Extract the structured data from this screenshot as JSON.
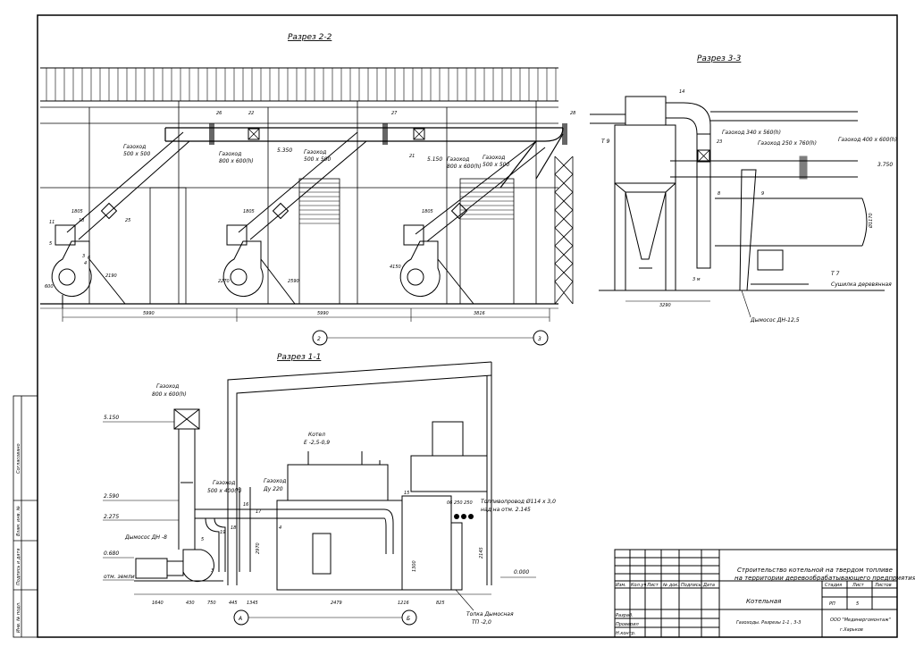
{
  "sections": {
    "s22": {
      "title": "Разрез 2-2",
      "labels": {
        "gas1": "Газоход",
        "gas1b": "500 x 500",
        "gas2": "Газоход",
        "gas2b": "800 x 600(h)",
        "gas3": "Газоход",
        "gas3b": "500 x 500",
        "gas4": "Газоход",
        "gas4b": "800 x 600(h)",
        "gas5": "Газоход",
        "gas5b": "500 x 500",
        "elev": "5.350",
        "elev2": "5.150"
      },
      "marks": [
        "26",
        "22",
        "27",
        "21",
        "28",
        "11",
        "18",
        "25",
        "5",
        "6",
        "4",
        "3"
      ],
      "dims": [
        "1805",
        "1805",
        "1805",
        "600",
        "2190",
        "5990",
        "5990",
        "3816",
        "2270",
        "2590",
        "4150"
      ],
      "axes": [
        "2",
        "3"
      ]
    },
    "s33": {
      "title": "Разрез 3-3",
      "labels": {
        "t9": "Т 9",
        "gas1": "Газоход 340 x 560(h)",
        "gas2": "Газоход 250 x 760(h)",
        "gas3": "Газоход 400 x 600(h)",
        "elev": "3.750",
        "t7": "Т 7",
        "dryer": "Сушилка деревянная",
        "exh": "Дымосос ДН-12,5",
        "dim": "3290",
        "dim2": "3 м",
        "dia": "Ø1170"
      },
      "marks": [
        "14",
        "23",
        "8",
        "9"
      ]
    },
    "s11": {
      "title": "Разрез 1-1",
      "labels": {
        "gas_top": "Газоход",
        "gas_top_b": "800 x 600(h)",
        "gas_mid": "Газоход",
        "gas_mid_b": "500 x 400(h)",
        "gas_r": "Газоход",
        "gas_r_b": "Ду 220",
        "boiler": "Котел",
        "boiler_b": "Е -2,5-0,9",
        "fuel": "Топливопровод Ø114 x 3,0",
        "fuel_b": "над на отм. 2.145",
        "exh": "Дымосос ДН -8",
        "floor": "отм. земли",
        "furnace": "Топка Дымосная",
        "furnace_b": "ТП -2,0",
        "e515": "5.150",
        "e259": "2.590",
        "e2275": "2.275",
        "e068": "0.680",
        "e000": "0.000"
      },
      "dims": [
        "1640",
        "430",
        "750",
        "445",
        "1345",
        "2479",
        "1216",
        "825",
        "2970",
        "1300",
        "2145"
      ],
      "marks": [
        "5",
        "4",
        "3",
        "18",
        "19",
        "17",
        "16",
        "15"
      ],
      "axes": [
        "А",
        "Б"
      ],
      "bolts": "06 250 250"
    }
  },
  "stamp": {
    "title_l1": "Строительство котельной на твердом топливе",
    "title_l2": "на территории деревообрабатывающего предприятия",
    "building": "Котельная",
    "sheet_title": "Газоходы. Разрезы 1-1 , 3-3",
    "company_l1": "ООО \"Мединергомонтаж\"",
    "company_l2": "г.Харьков",
    "col_stage": "Стадия",
    "col_sheet": "Лист",
    "col_sheets": "Листов",
    "stage": "РП",
    "sheet": "5",
    "cols": [
      "Изм.",
      "Кол.уч",
      "Лист",
      "№ док.",
      "Подпись",
      "Дата"
    ],
    "roles": [
      "Разраб.",
      "Проверил",
      "Н.контр."
    ]
  },
  "side_stamp": [
    "Согласовано",
    "Взам. инв. №",
    "Подпись и дата",
    "Инв. № подл."
  ]
}
